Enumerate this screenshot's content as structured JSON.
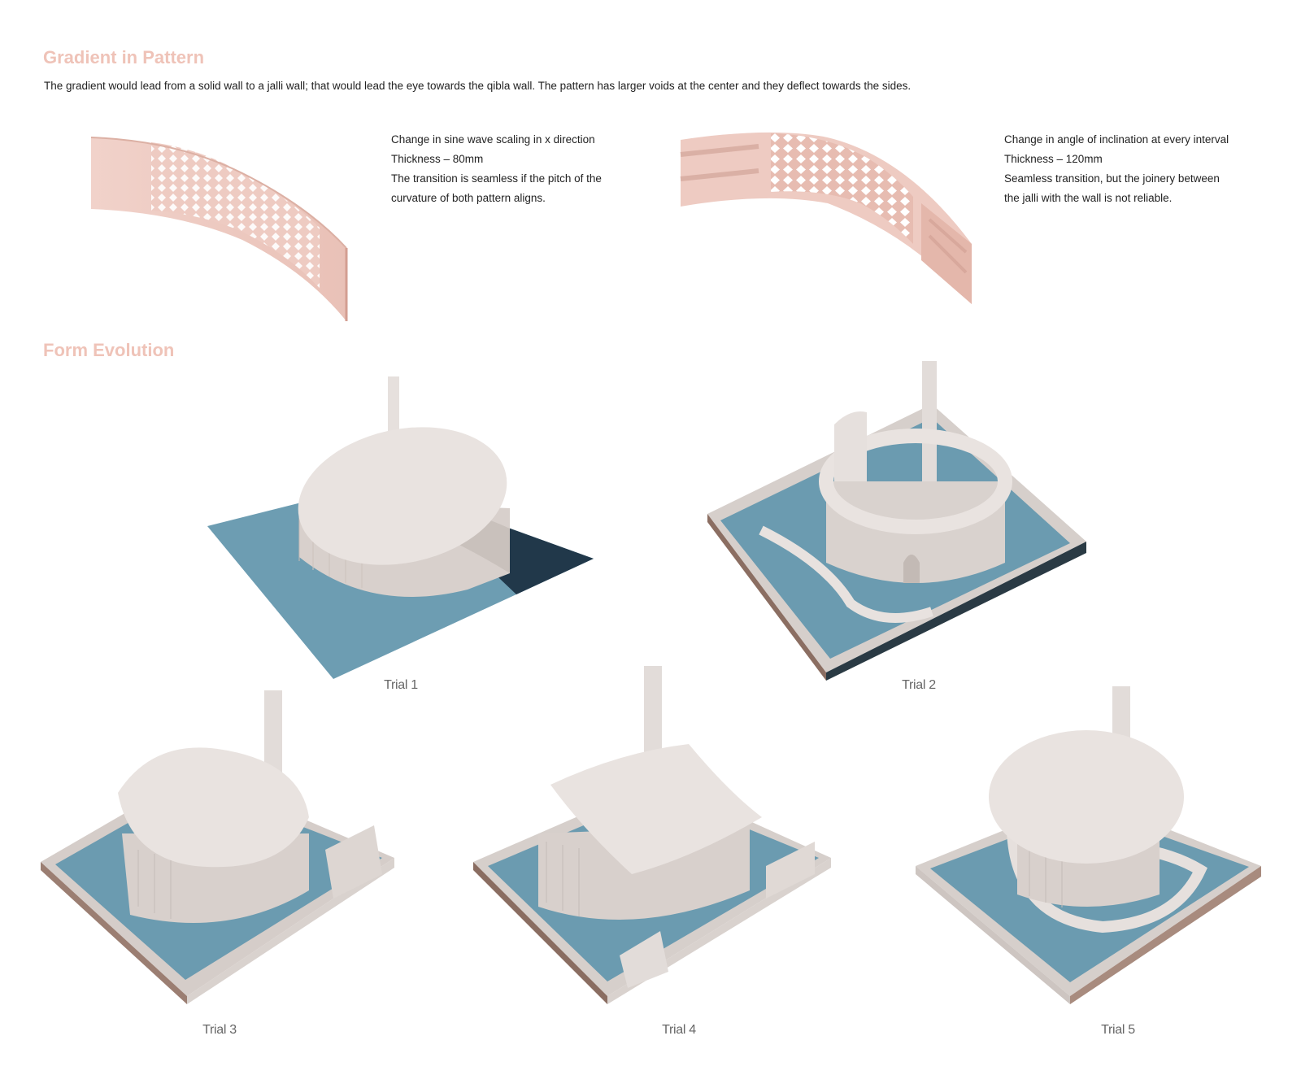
{
  "gradient_section": {
    "heading": "Gradient in Pattern",
    "intro": "The gradient would lead from a solid wall to a jalli wall; that would lead the eye towards the qibla wall.  The pattern has larger voids at the center and they deflect towards the sides.",
    "panel_left": {
      "lines": [
        "Change in sine wave scaling in x direction",
        "Thickness – 80mm",
        "The transition is seamless if the pitch of the",
        "curvature of both pattern aligns."
      ]
    },
    "panel_right": {
      "lines": [
        "Change in angle of inclination at every interval",
        "Thickness – 120mm",
        "Seamless transition, but the joinery between",
        "the jalli with the wall is not reliable."
      ]
    }
  },
  "form_section": {
    "heading": "Form Evolution",
    "trials": [
      "Trial 1",
      "Trial 2",
      "Trial 3",
      "Trial 4",
      "Trial 5"
    ]
  },
  "colors": {
    "heading": "#efc3b8",
    "jalli": "#eecbc2",
    "water": "#5f95ac",
    "massing": "#e8e2df",
    "shadow": "#1e3642"
  }
}
